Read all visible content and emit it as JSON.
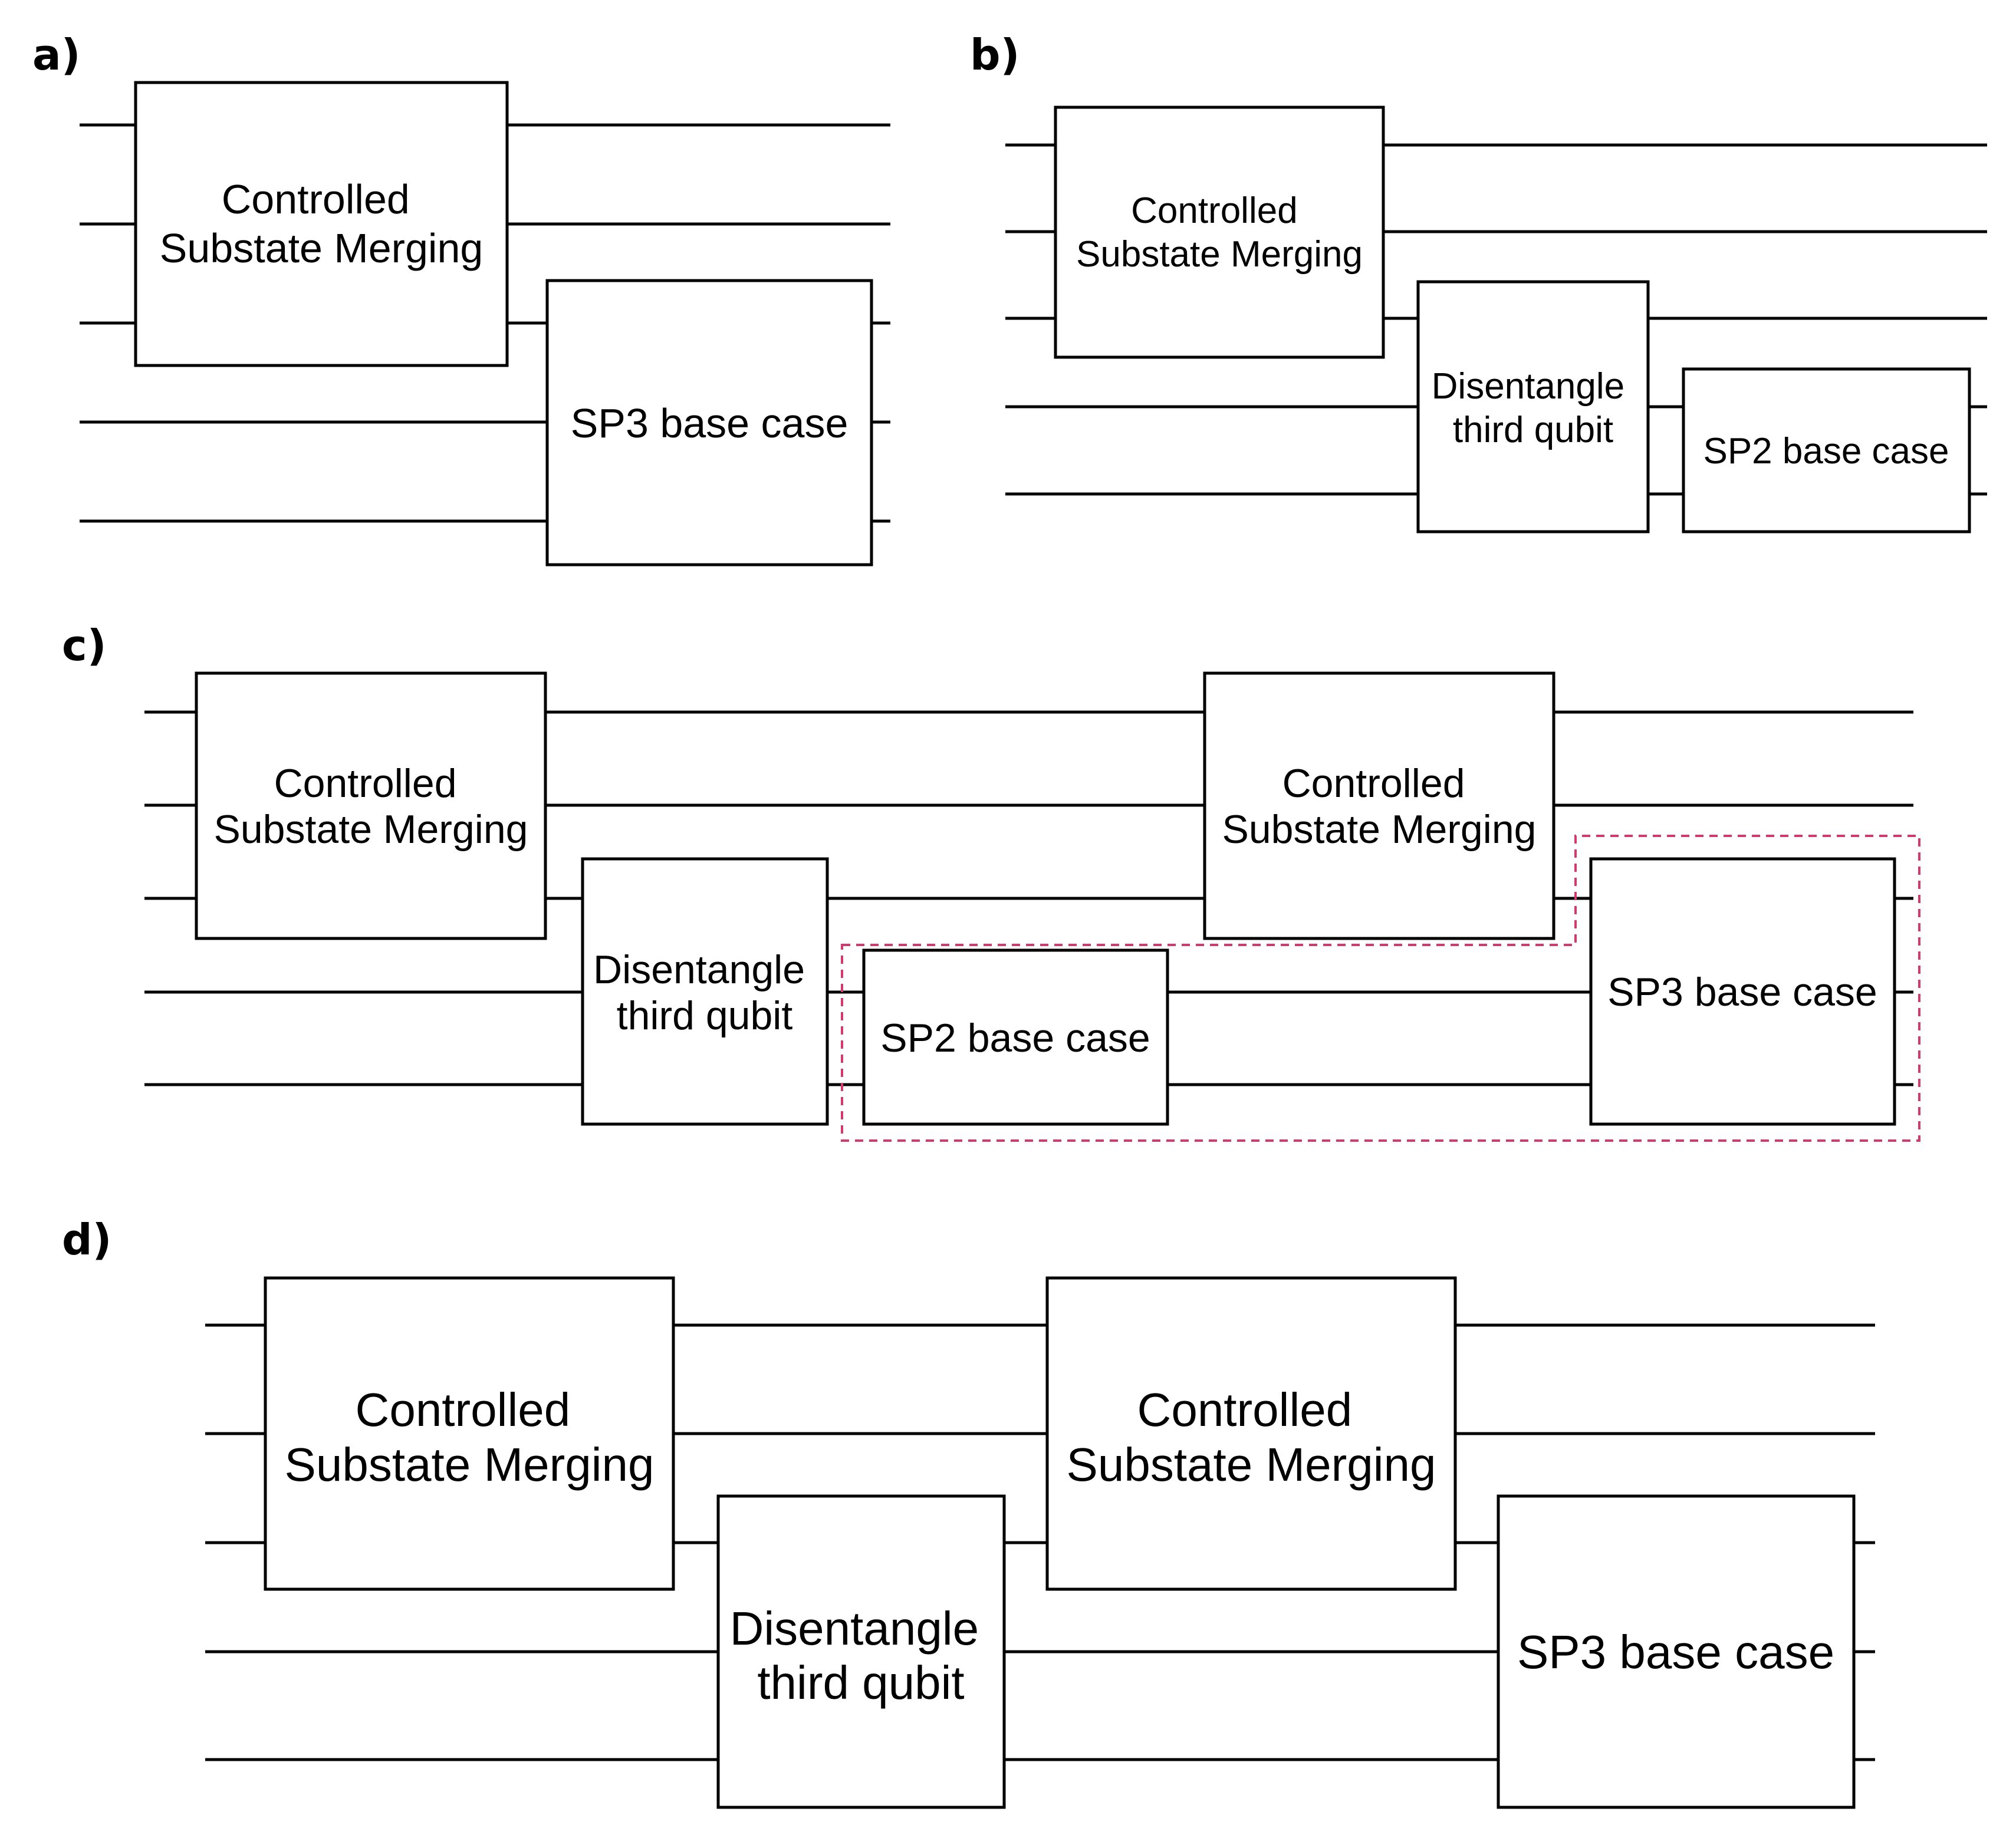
{
  "panels": {
    "a": {
      "label": "a)",
      "gates": {
        "merge": [
          "Controlled",
          "Substate Merging"
        ],
        "sp3": [
          "SP3 base case"
        ]
      }
    },
    "b": {
      "label": "b)",
      "gates": {
        "merge": [
          "Controlled",
          "Substate Merging"
        ],
        "disentangle": [
          "Disentangle",
          "third qubit"
        ],
        "sp2": [
          "SP2 base case"
        ]
      }
    },
    "c": {
      "label": "c)",
      "gates": {
        "merge1": [
          "Controlled",
          "Substate Merging"
        ],
        "disentangle": [
          "Disentangle",
          "third qubit"
        ],
        "sp2": [
          "SP2 base case"
        ],
        "merge2": [
          "Controlled",
          "Substate Merging"
        ],
        "sp3": [
          "SP3 base case"
        ]
      },
      "highlight_color": "#d03a6e"
    },
    "d": {
      "label": "d)",
      "gates": {
        "merge1": [
          "Controlled",
          "Substate Merging"
        ],
        "disentangle": [
          "Disentangle",
          "third qubit"
        ],
        "merge2": [
          "Controlled",
          "Substate Merging"
        ],
        "sp3": [
          "SP3 base case"
        ]
      }
    }
  }
}
